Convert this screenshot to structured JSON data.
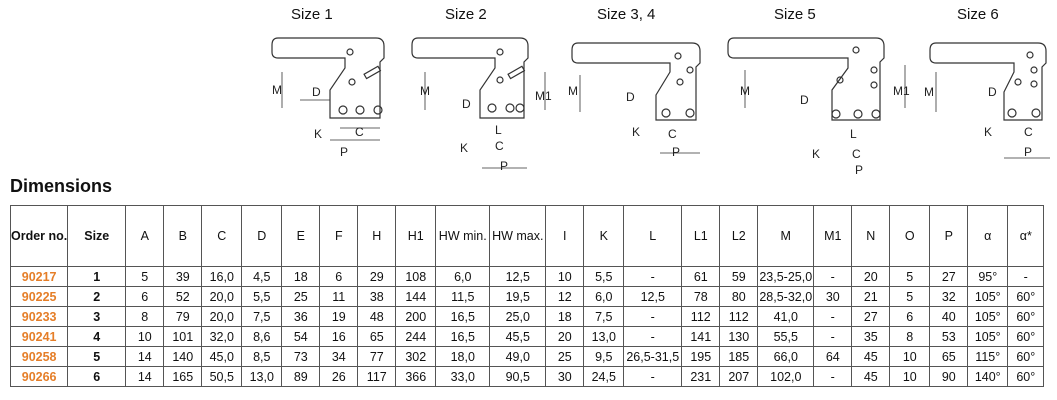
{
  "sizes": [
    "Size 1",
    "Size 2",
    "Size 3, 4",
    "Size 5",
    "Size 6"
  ],
  "dim_labels": {
    "M": "M",
    "M1": "M1",
    "D": "D",
    "K": "K",
    "C": "C",
    "P": "P",
    "L": "L"
  },
  "section_title": "Dimensions",
  "columns": [
    "Order no.",
    "Size",
    "A",
    "B",
    "C",
    "D",
    "E",
    "F",
    "H",
    "H1",
    "HW min.",
    "HW max.",
    "I",
    "K",
    "L",
    "L1",
    "L2",
    "M",
    "M1",
    "N",
    "O",
    "P",
    "α",
    "α*"
  ],
  "rows": [
    [
      "90217",
      "1",
      "5",
      "39",
      "16,0",
      "4,5",
      "18",
      "6",
      "29",
      "108",
      "6,0",
      "12,5",
      "10",
      "5,5",
      "-",
      "61",
      "59",
      "23,5-25,0",
      "-",
      "20",
      "5",
      "27",
      "95°",
      "-"
    ],
    [
      "90225",
      "2",
      "6",
      "52",
      "20,0",
      "5,5",
      "25",
      "11",
      "38",
      "144",
      "11,5",
      "19,5",
      "12",
      "6,0",
      "12,5",
      "78",
      "80",
      "28,5-32,0",
      "30",
      "21",
      "5",
      "32",
      "105°",
      "60°"
    ],
    [
      "90233",
      "3",
      "8",
      "79",
      "20,0",
      "7,5",
      "36",
      "19",
      "48",
      "200",
      "16,5",
      "25,0",
      "18",
      "7,5",
      "-",
      "112",
      "112",
      "41,0",
      "-",
      "27",
      "6",
      "40",
      "105°",
      "60°"
    ],
    [
      "90241",
      "4",
      "10",
      "101",
      "32,0",
      "8,6",
      "54",
      "16",
      "65",
      "244",
      "16,5",
      "45,5",
      "20",
      "13,0",
      "-",
      "141",
      "130",
      "55,5",
      "-",
      "35",
      "8",
      "53",
      "105°",
      "60°"
    ],
    [
      "90258",
      "5",
      "14",
      "140",
      "45,0",
      "8,5",
      "73",
      "34",
      "77",
      "302",
      "18,0",
      "49,0",
      "25",
      "9,5",
      "26,5-31,5",
      "195",
      "185",
      "66,0",
      "64",
      "45",
      "10",
      "65",
      "115°",
      "60°"
    ],
    [
      "90266",
      "6",
      "14",
      "165",
      "50,5",
      "13,0",
      "89",
      "26",
      "117",
      "366",
      "33,0",
      "90,5",
      "30",
      "24,5",
      "-",
      "231",
      "207",
      "102,0",
      "-",
      "45",
      "10",
      "90",
      "140°",
      "60°"
    ]
  ]
}
